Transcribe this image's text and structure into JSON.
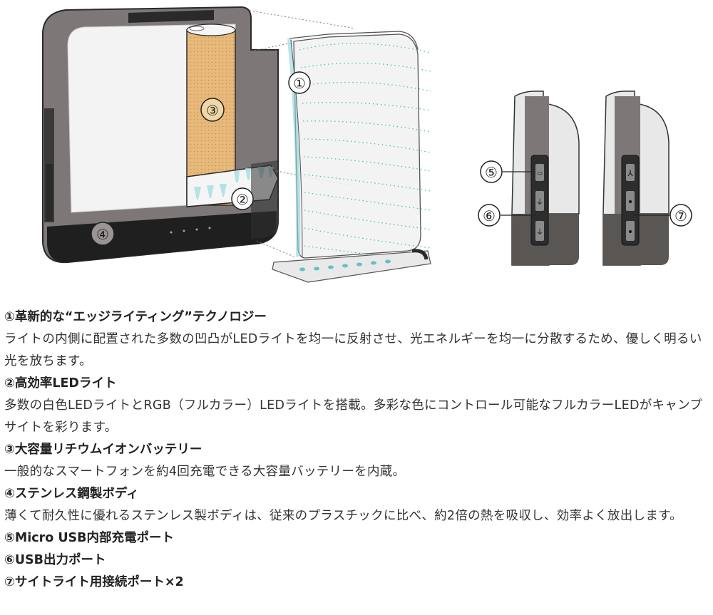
{
  "callouts": [
    "①",
    "②",
    "③",
    "④",
    "⑤",
    "⑥",
    "⑦"
  ],
  "colors": {
    "body_gray": "#7d7877",
    "body_dark": "#2a2a2a",
    "battery": "#e7b97a",
    "led_cyan": "#49bcc6",
    "panel_fill": "#f1f1f1"
  },
  "features": [
    {
      "title": "①革新的な“エッジライティング”テクノロジー",
      "desc": "ライトの内側に配置された多数の凹凸がLEDライトを均一に反射させ、光エネルギーを均一に分散するため、優しく明るい光を放ちます。"
    },
    {
      "title": "②高効率LEDライト",
      "desc": "多数の白色LEDライトとRGB（フルカラー）LEDライトを搭載。多彩な色にコントロール可能なフルカラーLEDがキャンプサイトを彩ります。"
    },
    {
      "title": "③大容量リチウムイオンバッテリー",
      "desc": "一般的なスマートフォンを約4回充電できる大容量バッテリーを内蔵。"
    },
    {
      "title": "④ステンレス鋼製ボディ",
      "desc": "薄くて耐久性に優れるステンレス製ボディは、従来のプラスチックに比べ、約2倍の熱を吸収し、効率よく放出します。"
    },
    {
      "title": "⑤Micro USB内部充電ポート",
      "desc": ""
    },
    {
      "title": "⑥USB出力ポート",
      "desc": ""
    },
    {
      "title": "⑦サイトライト用接続ポート×2",
      "desc": ""
    }
  ]
}
